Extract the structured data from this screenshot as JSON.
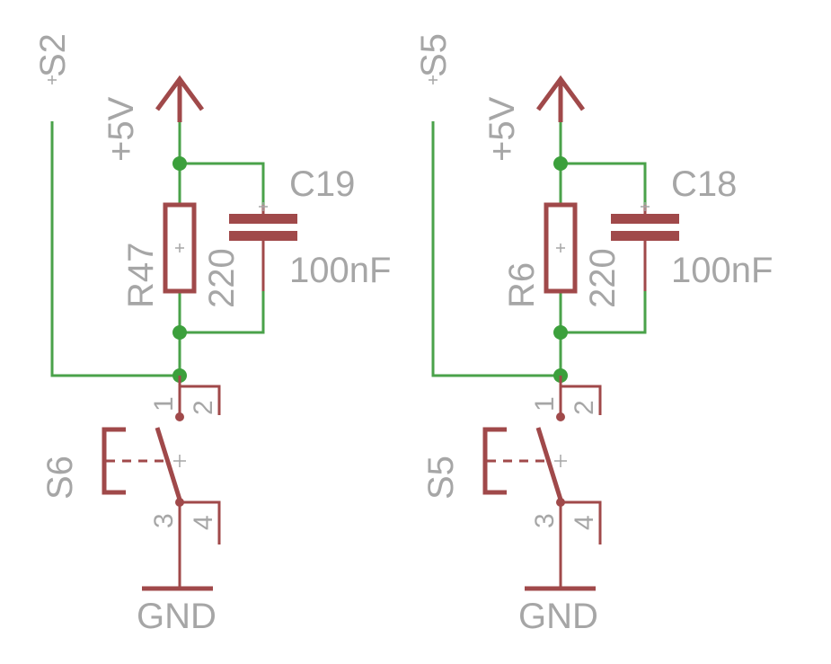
{
  "colors": {
    "net": "#4aa24a",
    "symbol": "#a0494a",
    "label": "#a6a6a6",
    "background": "#ffffff"
  },
  "circuits": [
    {
      "signal": "S2",
      "supply": "+5V",
      "resistor": {
        "name": "R47",
        "value": "220"
      },
      "capacitor": {
        "name": "C19",
        "value": "100nF"
      },
      "switch": {
        "name": "S6",
        "pins": [
          "1",
          "2",
          "3",
          "4"
        ]
      },
      "ground": "GND"
    },
    {
      "signal": "S5",
      "supply": "+5V",
      "resistor": {
        "name": "R6",
        "value": "220"
      },
      "capacitor": {
        "name": "C18",
        "value": "100nF"
      },
      "switch": {
        "name": "S5",
        "pins": [
          "1",
          "2",
          "3",
          "4"
        ]
      },
      "ground": "GND"
    }
  ]
}
